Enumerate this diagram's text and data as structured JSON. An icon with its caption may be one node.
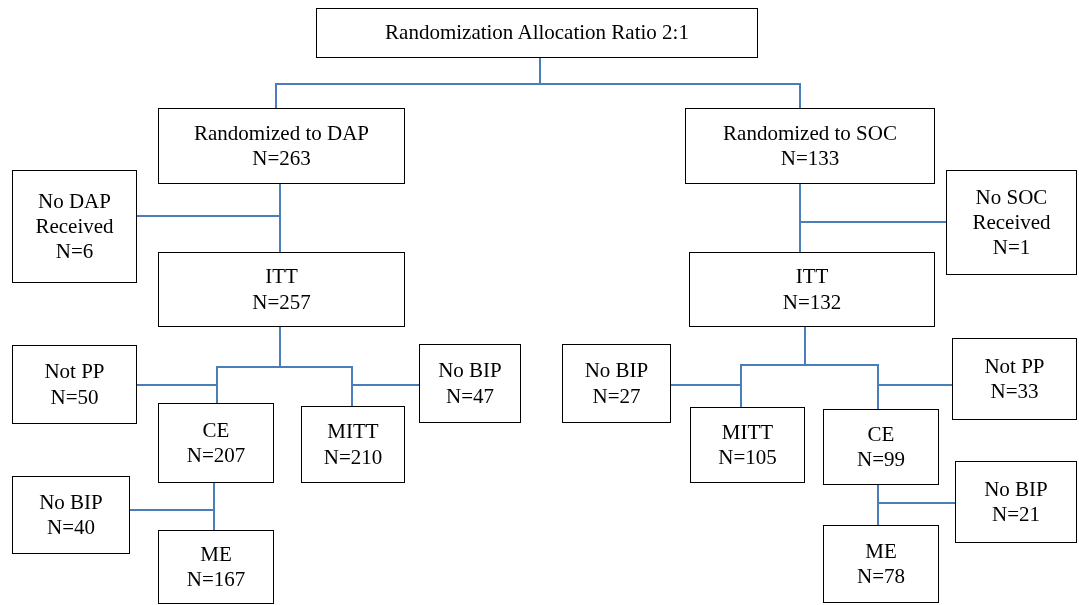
{
  "diagram": {
    "nodes": [
      {
        "text": [
          "Randomization Allocation Ratio 2:1"
        ]
      },
      {
        "text": [
          "Randomized to DAP",
          "N=263"
        ]
      },
      {
        "text": [
          "No DAP Received",
          "N=6"
        ]
      },
      {
        "text": [
          "ITT",
          "N=257"
        ]
      },
      {
        "text": [
          "Not PP",
          "N=50"
        ]
      },
      {
        "text": [
          "No BIP",
          "N=47"
        ]
      },
      {
        "text": [
          "CE",
          "N=207"
        ]
      },
      {
        "text": [
          "MITT",
          "N=210"
        ]
      },
      {
        "text": [
          "No BIP",
          "N=40"
        ]
      },
      {
        "text": [
          "ME",
          "N=167"
        ]
      },
      {
        "text": [
          "Randomized to SOC",
          "N=133"
        ]
      },
      {
        "text": [
          "No SOC Received",
          "N=1"
        ]
      },
      {
        "text": [
          "ITT",
          "N=132"
        ]
      },
      {
        "text": [
          "No BIP",
          "N=27"
        ]
      },
      {
        "text": [
          "Not PP",
          "N=33"
        ]
      },
      {
        "text": [
          "MITT",
          "N=105"
        ]
      },
      {
        "text": [
          "CE",
          "N=99"
        ]
      },
      {
        "text": [
          "No BIP",
          "N=21"
        ]
      },
      {
        "text": [
          "ME",
          "N=78"
        ]
      }
    ],
    "edges": [
      {
        "from": 0,
        "to": 1,
        "arrow": "none"
      },
      {
        "from": 0,
        "to": 10,
        "arrow": "none"
      },
      {
        "from": 1,
        "to": 2,
        "arrow": "none"
      },
      {
        "from": 1,
        "to": 3,
        "arrow": "none"
      },
      {
        "from": 3,
        "to": 6,
        "arrow": "none"
      },
      {
        "from": 3,
        "to": 7,
        "arrow": "none"
      },
      {
        "from": 3,
        "to": 4,
        "arrow": "none"
      },
      {
        "from": 3,
        "to": 5,
        "arrow": "none"
      },
      {
        "from": 6,
        "to": 9,
        "arrow": "none"
      },
      {
        "from": 6,
        "to": 8,
        "arrow": "none"
      },
      {
        "from": 10,
        "to": 12,
        "arrow": "none"
      },
      {
        "from": 10,
        "to": 11,
        "arrow": "none"
      },
      {
        "from": 12,
        "to": 15,
        "arrow": "none"
      },
      {
        "from": 12,
        "to": 16,
        "arrow": "none"
      },
      {
        "from": 12,
        "to": 13,
        "arrow": "none"
      },
      {
        "from": 12,
        "to": 14,
        "arrow": "none"
      },
      {
        "from": 16,
        "to": 18,
        "arrow": "none"
      },
      {
        "from": 16,
        "to": 17,
        "arrow": "none"
      }
    ]
  }
}
